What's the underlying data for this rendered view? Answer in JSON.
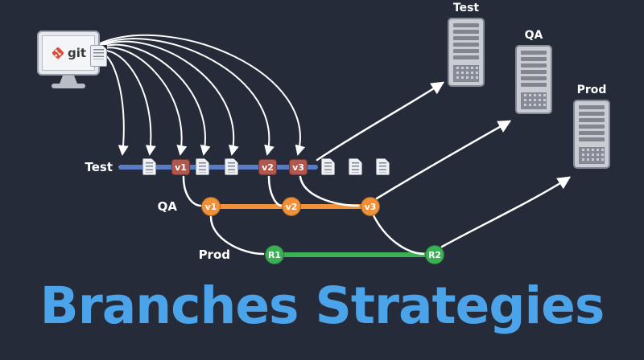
{
  "title": {
    "text": "Branches Strategies",
    "color": "#4BA4E9"
  },
  "monitor": {
    "logo_text": "git"
  },
  "colors": {
    "test_line": "#5A7BC4",
    "qa_line": "#F0913A",
    "prod_line": "#3CB054",
    "test_tag": "#B2574D",
    "qa_tag": "#F0913A",
    "prod_tag": "#3CB054",
    "git_logo": "#DE4C36"
  },
  "branches": {
    "test": {
      "label": "Test",
      "tags": [
        {
          "label": "v1"
        },
        {
          "label": "v2"
        },
        {
          "label": "v3"
        }
      ]
    },
    "qa": {
      "label": "QA",
      "tags": [
        {
          "label": "v1"
        },
        {
          "label": "v2"
        },
        {
          "label": "v3"
        }
      ]
    },
    "prod": {
      "label": "Prod",
      "tags": [
        {
          "label": "R1"
        },
        {
          "label": "R2"
        }
      ]
    }
  },
  "servers": [
    {
      "label": "Test"
    },
    {
      "label": "QA"
    },
    {
      "label": "Prod"
    }
  ]
}
